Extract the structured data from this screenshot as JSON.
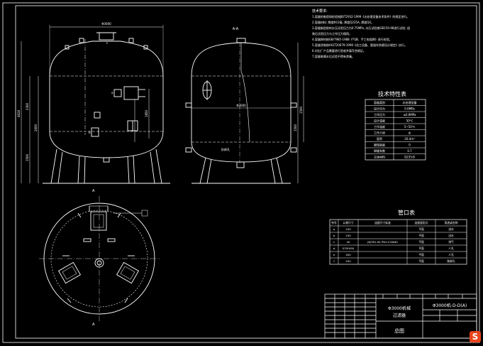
{
  "views": {
    "section_label": "A-A",
    "arrow_label": "A",
    "dims": {
      "width_top": "Φ3000",
      "height_total": "4628",
      "height_shell": "2300",
      "leg_height": "1500",
      "side_a": "2600",
      "side_b": "1850",
      "top_dim": "Φ3000",
      "right_a": "1500",
      "right_b": "1500"
    },
    "nozzle_letters": [
      "a",
      "b",
      "c",
      "d",
      "e",
      "f"
    ],
    "note_small": "拆卸孔"
  },
  "notes": {
    "title": "技术要求:",
    "items": [
      "1.容器的制造和检验按JB/T2932-1999《水处理设备技术条件》的规定进行。",
      "2.容器材料: 厚度Φ12毫, 厚度Q235A, 厚度Q4。",
      "3.容器制造前的水压试验压力为0.75MPa, 水压试验按GB150-98进行试验, 组",
      "  装后试验压力与工作压力相同。",
      "4.容器焊材按GB/T985-1988《气焊、手工电弧焊》进行检验。",
      "5.容器涂装按HG/T20679-1990《化工设备、管道外防腐设计规定》执行。",
      "6.对出厂产品需要进行验收并填写合格证。",
      "7.容器装满水后试验不得有渗漏。"
    ]
  },
  "spec_table": {
    "title": "技术特性表",
    "rows": [
      [
        "容器类别",
        "水处理设备"
      ],
      [
        "设计压力",
        "0.6MPa"
      ],
      [
        "工作压力",
        "≤0.6MPa"
      ],
      [
        "设计温度",
        "50℃"
      ],
      [
        "工作温度",
        "5~50℃"
      ],
      [
        "工作介质",
        "水"
      ],
      [
        "容积",
        "20.4m³"
      ],
      [
        "腐蚀裕度",
        "0"
      ],
      [
        "焊缝系数",
        "0.7"
      ],
      [
        "主体材料",
        "Q235-B"
      ]
    ]
  },
  "nozzle_table": {
    "title": "管口表",
    "headers": [
      "符号",
      "公称尺寸",
      "连接尺寸标准",
      "连接面形式",
      "用途或名称"
    ],
    "rows": [
      [
        "a",
        "100",
        "",
        "平面",
        "进水"
      ],
      [
        "b",
        "100",
        "",
        "平面",
        "出水"
      ],
      [
        "c",
        "40",
        "JB/T81-94 PN1.0 DN40",
        "平面",
        "排气"
      ],
      [
        "d",
        "570*450",
        "",
        "平面",
        "人孔"
      ],
      [
        "e",
        "450",
        "",
        "平面",
        "人孔"
      ],
      [
        "f",
        "250",
        "",
        "平面",
        "装卸孔"
      ]
    ]
  },
  "title_block": {
    "product_name": "Φ3000机械",
    "product_sub": "过滤器",
    "drawing_no": "Φ3000机-D-D(A)",
    "sheet_label": "总图"
  },
  "badge": "S"
}
